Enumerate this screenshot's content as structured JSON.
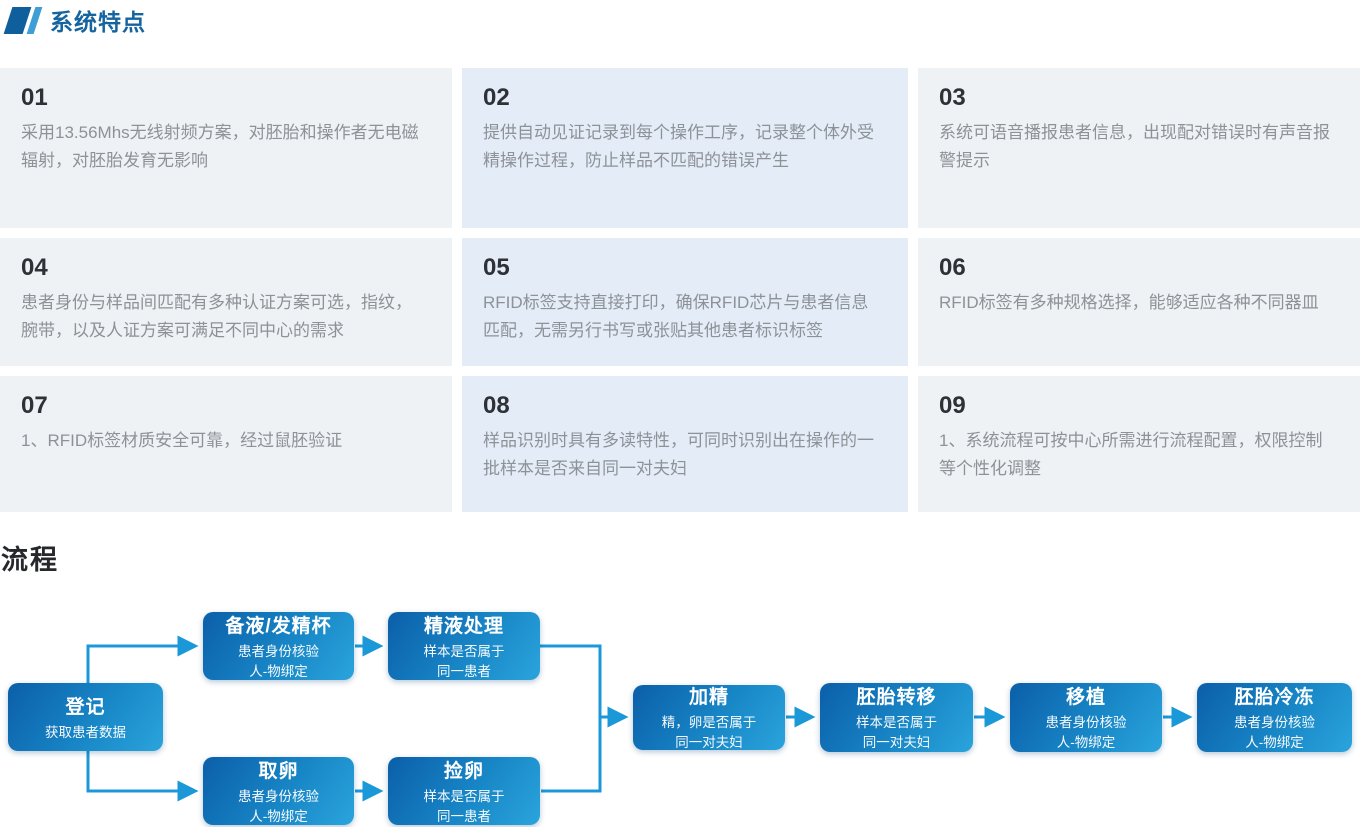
{
  "header": {
    "title": "系统特点",
    "accent_dark": "#0f5f9d",
    "accent_light": "#3e9fd6"
  },
  "features": [
    {
      "num": "01",
      "text": "采用13.56Mhs无线射频方案，对胚胎和操作者无电磁辐射，对胚胎发育无影响"
    },
    {
      "num": "02",
      "text": "提供自动见证记录到每个操作工序，记录整个体外受精操作过程，防止样品不匹配的错误产生"
    },
    {
      "num": "03",
      "text": "系统可语音播报患者信息，出现配对错误时有声音报警提示"
    },
    {
      "num": "04",
      "text": "患者身份与样品间匹配有多种认证方案可选，指纹，腕带，以及人证方案可满足不同中心的需求"
    },
    {
      "num": "05",
      "text": "RFID标签支持直接打印，确保RFID芯片与患者信息匹配，无需另行书写或张贴其他患者标识标签"
    },
    {
      "num": "06",
      "text": "RFID标签有多种规格选择，能够适应各种不同器皿"
    },
    {
      "num": "07",
      "text": "1、RFID标签材质安全可靠，经过鼠胚验证"
    },
    {
      "num": "08",
      "text": "样品识别时具有多读特性，可同时识别出在操作的一批样本是否来自同一对夫妇"
    },
    {
      "num": "09",
      "text": "1、系统流程可按中心所需进行流程配置，权限控制等个性化调整"
    }
  ],
  "flow": {
    "title": "流程",
    "line_color": "#1b98d8",
    "node_gradient": [
      "#0b5fa9",
      "#2aa4dc"
    ],
    "nodes": {
      "register": {
        "title": "登记",
        "sub1": "获取患者数据",
        "sub2": ""
      },
      "cup": {
        "title": "备液/发精杯",
        "sub1": "患者身份核验",
        "sub2": "人-物绑定"
      },
      "semen": {
        "title": "精液处理",
        "sub1": "样本是否属于",
        "sub2": "同一患者"
      },
      "retrieve": {
        "title": "取卵",
        "sub1": "患者身份核验",
        "sub2": "人-物绑定"
      },
      "pickup": {
        "title": "捡卵",
        "sub1": "样本是否属于",
        "sub2": "同一患者"
      },
      "insem": {
        "title": "加精",
        "sub1": "精，卵是否属于",
        "sub2": "同一对夫妇"
      },
      "transfer": {
        "title": "胚胎转移",
        "sub1": "样本是否属于",
        "sub2": "同一对夫妇"
      },
      "implant": {
        "title": "移植",
        "sub1": "患者身份核验",
        "sub2": "人-物绑定"
      },
      "freeze": {
        "title": "胚胎冷冻",
        "sub1": "患者身份核验",
        "sub2": "人-物绑定"
      }
    }
  }
}
